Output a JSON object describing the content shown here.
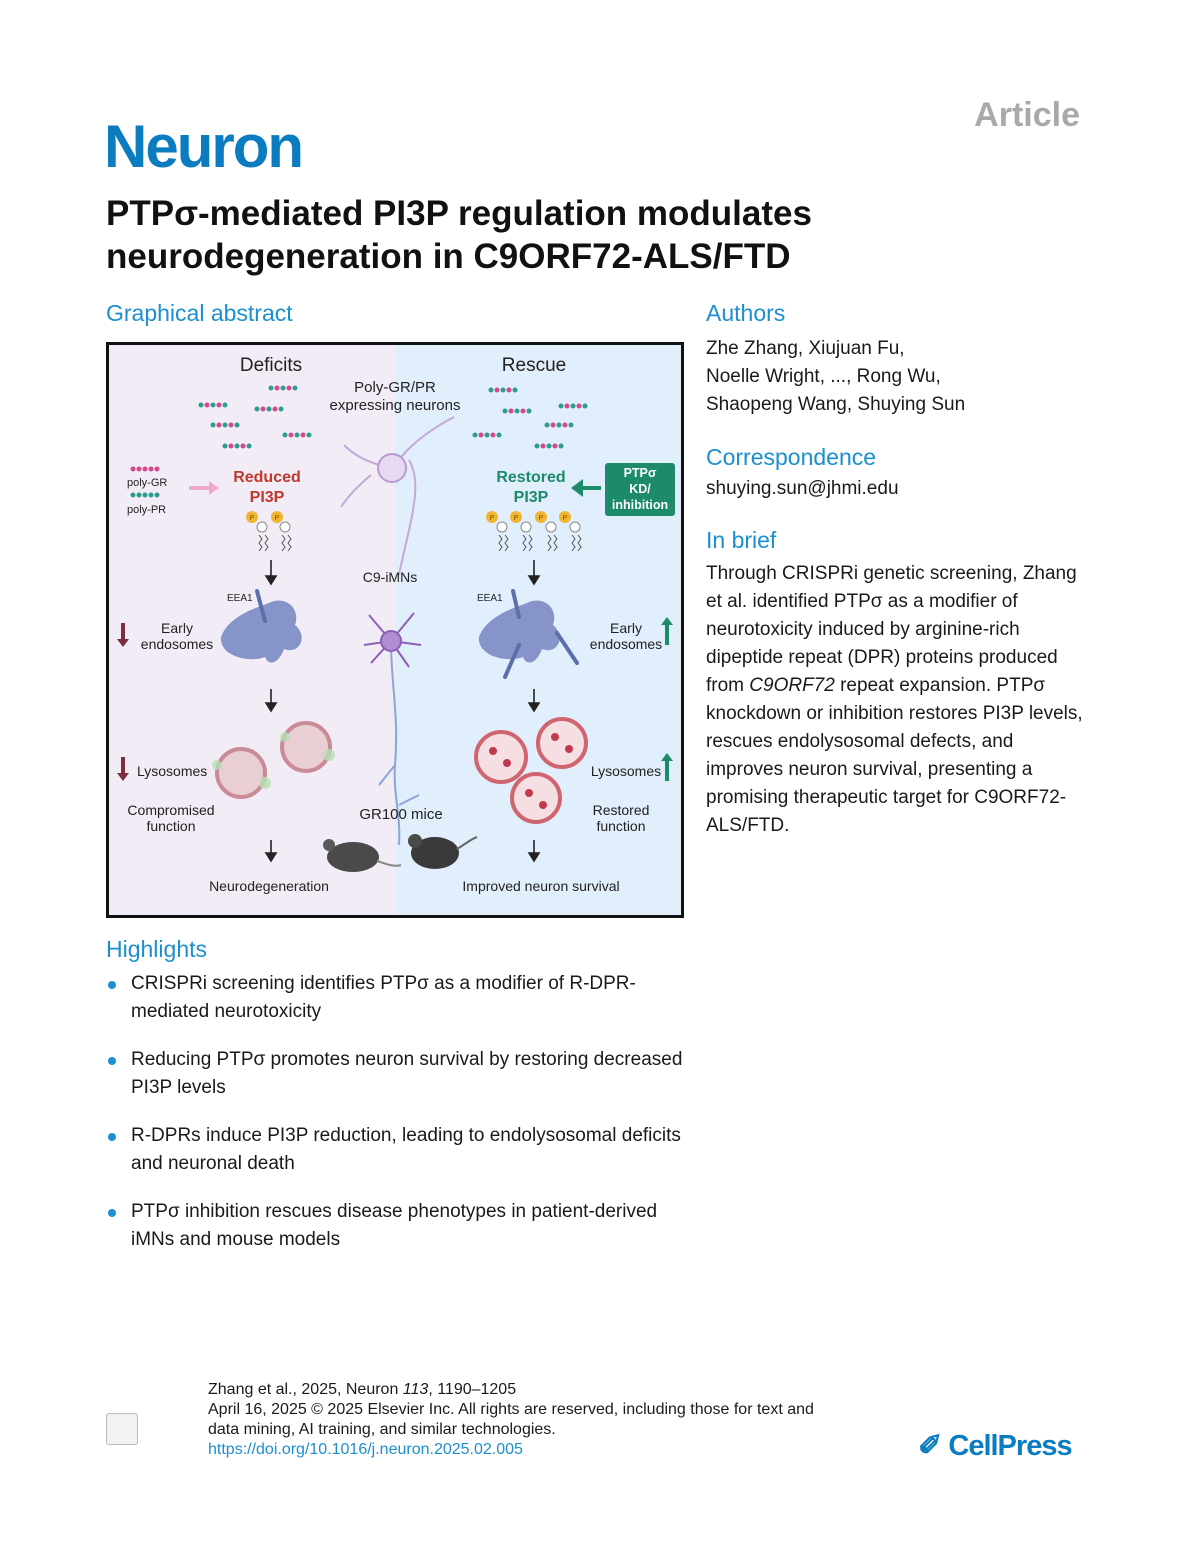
{
  "header": {
    "article_tag": "Article",
    "journal": "Neuron",
    "title": "PTPσ-mediated PI3P regulation modulates neurodegeneration in C9ORF72-ALS/FTD"
  },
  "graphical_abstract": {
    "heading": "Graphical abstract",
    "deficits_label": "Deficits",
    "rescue_label": "Rescue",
    "neurons_label": "Poly-GR/PR\nexpressing neurons",
    "polygr_label": "poly-GR",
    "polypr_label": "poly-PR",
    "reduced_label": "Reduced\nPI3P",
    "restored_label": "Restored\nPI3P",
    "kd_label": "PTPσ\nKD/\ninhibition",
    "p_label": "P",
    "c9_label": "C9-iMNs",
    "eea1_label": "EEA1",
    "early_endo_left": "Early\nendosomes",
    "early_endo_right": "Early\nendosomes",
    "lyso_left": "Lysosomes",
    "lyso_right": "Lysosomes",
    "compromised_label": "Compromised\nfunction",
    "restored_func_label": "Restored\nfunction",
    "gr100_label": "GR100 mice",
    "neurodegeneration_label": "Neurodegeneration",
    "improved_label": "Improved neuron survival",
    "colors": {
      "left_bg": "#f1ecf6",
      "right_bg": "#e1eefb",
      "red": "#c0392b",
      "green": "#1d8a6a",
      "endosome": "#8794c9"
    }
  },
  "authors": {
    "heading": "Authors",
    "lines": [
      "Zhe Zhang, Xiujuan Fu,",
      "Noelle Wright, ..., Rong Wu,",
      "Shaopeng Wang, Shuying Sun"
    ]
  },
  "correspondence": {
    "heading": "Correspondence",
    "email": "shuying.sun@jhmi.edu"
  },
  "in_brief": {
    "heading": "In brief",
    "text_before": "Through CRISPRi genetic screening, Zhang et al. identified PTPσ as a modifier of neurotoxicity induced by arginine-rich dipeptide repeat (DPR) proteins produced from ",
    "gene": "C9ORF72",
    "text_after": " repeat expansion. PTPσ knockdown or inhibition restores PI3P levels, rescues endolysosomal defects, and improves neuron survival, presenting a promising therapeutic target for C9ORF72-ALS/FTD."
  },
  "highlights": {
    "heading": "Highlights",
    "items": [
      "CRISPRi screening identifies PTPσ as a modifier of R-DPR-mediated neurotoxicity",
      "Reducing PTPσ promotes neuron survival by restoring decreased PI3P levels",
      "R-DPRs induce PI3P reduction, leading to endolysosomal deficits and neuronal death",
      "PTPσ inhibition rescues disease phenotypes in patient-derived iMNs and mouse models"
    ]
  },
  "footer": {
    "citation_before": "Zhang et al., 2025, Neuron ",
    "volume": "113",
    "citation_after": ", 1190–1205",
    "rights": "April 16, 2025 © 2025 Elsevier Inc. All rights are reserved, including those for text and data mining, AI training, and similar technologies.",
    "doi": "https://doi.org/10.1016/j.neuron.2025.02.005",
    "publisher": "CellPress"
  }
}
